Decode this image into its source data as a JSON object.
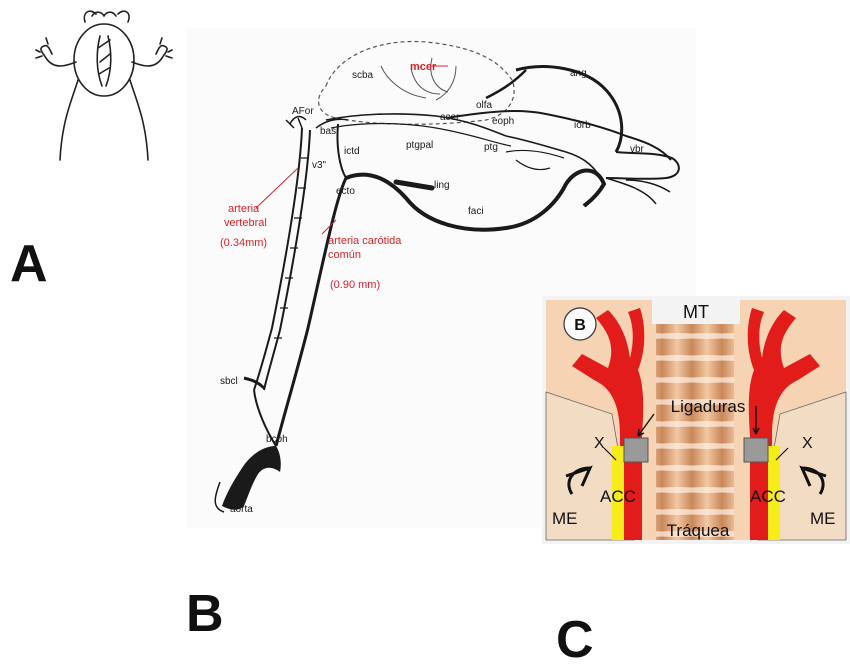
{
  "panel_letters": {
    "a": "A",
    "b": "B",
    "c": "C"
  },
  "panel_b": {
    "vessel_labels": {
      "mcer": "mcer",
      "scba": "scba",
      "ang": "ang",
      "afor": "AFor",
      "bas": "bas",
      "acer": "acer",
      "olfa": "olfa",
      "eoph": "eoph",
      "iorb": "iorb",
      "vbr": "vbr",
      "ictd": "ictd",
      "ptgpal": "ptgpal",
      "ptg": "ptg",
      "v3": "v3\"",
      "ecto": "ecto",
      "ling": "ling",
      "faci": "faci",
      "sbcl": "sbcl",
      "bcph": "bcph",
      "aorta": "aorta"
    },
    "vertebral": {
      "line1": "arteria",
      "line2": "vertebral",
      "size": "(0.34mm)"
    },
    "carotid": {
      "line1": "arteria carótida",
      "line2": "común",
      "size": "(0.90 mm)"
    },
    "colors": {
      "annotation": "#d8232a",
      "ink": "#1a1a1a"
    }
  },
  "panel_c": {
    "badge": "B",
    "labels": {
      "mt": "MT",
      "ligaduras": "Ligaduras",
      "x_left": "X",
      "x_right": "X",
      "acc_left": "ACC",
      "acc_right": "ACC",
      "me_left": "ME",
      "me_right": "ME",
      "traquea": "Tráquea"
    },
    "colors": {
      "artery": "#e21b1b",
      "background": "#f6d3b2",
      "frame": "#f3f3f3",
      "vessel_highlight": "#f5ec1a"
    }
  }
}
